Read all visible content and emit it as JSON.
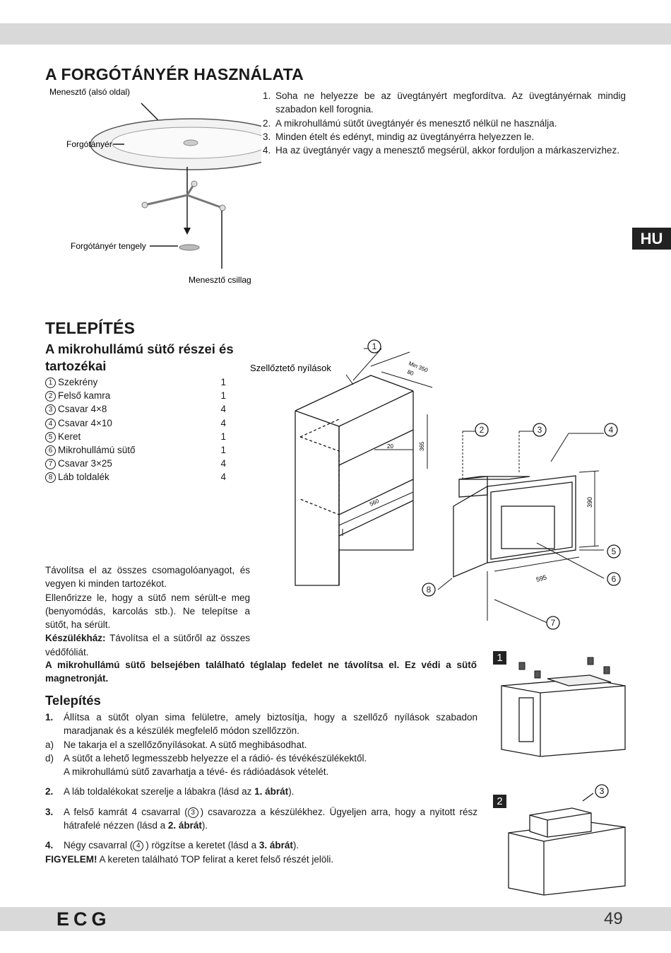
{
  "language_tab": "HU",
  "page_number": "49",
  "brand": "ECG",
  "turntable": {
    "title": "A FORGÓTÁNYÉR HASZNÁLATA",
    "labels": {
      "drive_bottom": "Menesztő (alsó oldal)",
      "tray": "Forgótányér",
      "shaft": "Forgótányér tengely",
      "star": "Menesztő csillag"
    },
    "items": [
      {
        "num": "1.",
        "text": "Soha ne helyezze be az üvegtányért megfordítva. Az üvegtányérnak mindig szabadon kell forognia."
      },
      {
        "num": "2.",
        "text": "A mikrohullámú sütőt üvegtányér és menesztő nélkül ne használja."
      },
      {
        "num": "3.",
        "text": "Minden ételt és edényt, mindig az üvegtányérra helyezzen le."
      },
      {
        "num": "4.",
        "text": "Ha az üvegtányér vagy a menesztő megsérül, akkor forduljon a márkaszervizhez."
      }
    ]
  },
  "install": {
    "title": "TELEPÍTÉS",
    "parts_title": "A mikrohullámú sütő részei és tartozékai",
    "parts": [
      {
        "num": "1",
        "name": "Szekrény",
        "qty": "1"
      },
      {
        "num": "2",
        "name": "Felső kamra",
        "qty": "1"
      },
      {
        "num": "3",
        "name": "Csavar 4×8",
        "qty": "4"
      },
      {
        "num": "4",
        "name": "Csavar 4×10",
        "qty": "4"
      },
      {
        "num": "5",
        "name": "Keret",
        "qty": "1"
      },
      {
        "num": "6",
        "name": "Mikrohullámú sütő",
        "qty": "1"
      },
      {
        "num": "7",
        "name": "Csavar 3×25",
        "qty": "4"
      },
      {
        "num": "8",
        "name": "Láb toldalék",
        "qty": "4"
      }
    ],
    "vent_label": "Szellőztető nyílások",
    "dims": {
      "min": "Min 350",
      "d80": "80",
      "d20": "20",
      "d365": "365",
      "d560": "560",
      "d390": "390",
      "d595": "595"
    },
    "fig_labels": [
      "1",
      "2"
    ],
    "callouts": [
      "1",
      "2",
      "3",
      "4",
      "5",
      "6",
      "7",
      "8",
      "3"
    ],
    "para1": "Távolítsa el az összes csomagolóanyagot, és vegyen ki minden tartozékot.",
    "para2": "Ellenőrizze le, hogy a sütő nem sérült-e meg (benyomódás, karcolás stb.). Ne telepítse a sütőt, ha sérült.",
    "para3_bold": "Készülékház:",
    "para3_rest": " Távolítsa el a sütőről az összes védőfóliát.",
    "warning": "A mikrohullámú sütő belsejében található téglalap fedelet ne távolítsa el. Ez védi a sütő magnetronját."
  },
  "setup": {
    "title": "Telepítés",
    "s1_num": "1.",
    "s1_text": "Állítsa a sütőt olyan sima felületre, amely biztosítja, hogy a szellőző nyílások szabadon maradjanak és a készülék megfelelő módon szellőzzön.",
    "sa_num": "a)",
    "sa_text": "Ne takarja el a szellőzőnyílásokat. A sütő meghibásodhat.",
    "sd_num": "d)",
    "sd_text1": "A sütőt a lehető legmesszebb helyezze el a rádió- és tévékészülékektől.",
    "sd_text2": "A mikrohullámú sütő zavarhatja a tévé- és rádióadások vételét.",
    "s2_num": "2.",
    "s2_pre": "A láb toldalékokat szerelje a lábakra (lásd az ",
    "s2_bold": "1. ábrát",
    "s2_post": ").",
    "s3_num": "3.",
    "s3_pre": "A felső kamrát 4 csavarral (",
    "s3_circ": "3",
    "s3_mid": ") csavarozza a készülékhez. Ügyeljen arra, hogy a nyitott rész hátrafelé nézzen (lásd a ",
    "s3_bold": "2. ábrát",
    "s3_post": ").",
    "s4_num": "4.",
    "s4_pre": "Négy csavarral (",
    "s4_circ": "4",
    "s4_mid": ") rögzítse a keretet (lásd a ",
    "s4_bold": "3. ábrát",
    "s4_post": ").",
    "note_bold": "FIGYELEM!",
    "note_rest": " A kereten található TOP felirat a keret felső részét jelöli."
  }
}
